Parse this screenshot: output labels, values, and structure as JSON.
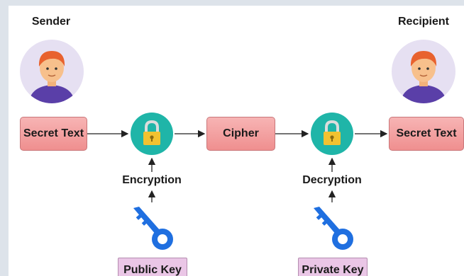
{
  "sender": {
    "label": "Sender"
  },
  "recipient": {
    "label": "Recipient"
  },
  "flow": {
    "plaintext_in": "Secret Text",
    "cipher": "Cipher",
    "plaintext_out": "Secret Text"
  },
  "encryption": {
    "label": "Encryption",
    "key_label": "Public Key"
  },
  "decryption": {
    "label": "Decryption",
    "key_label": "Private Key"
  },
  "colors": {
    "box_fill": "#f3a3a3",
    "lock_circle": "#1fb5a8",
    "key_blue": "#1f6fe0",
    "key_label_fill": "#eac6e6",
    "avatar_bg": "#e6e0f2"
  }
}
